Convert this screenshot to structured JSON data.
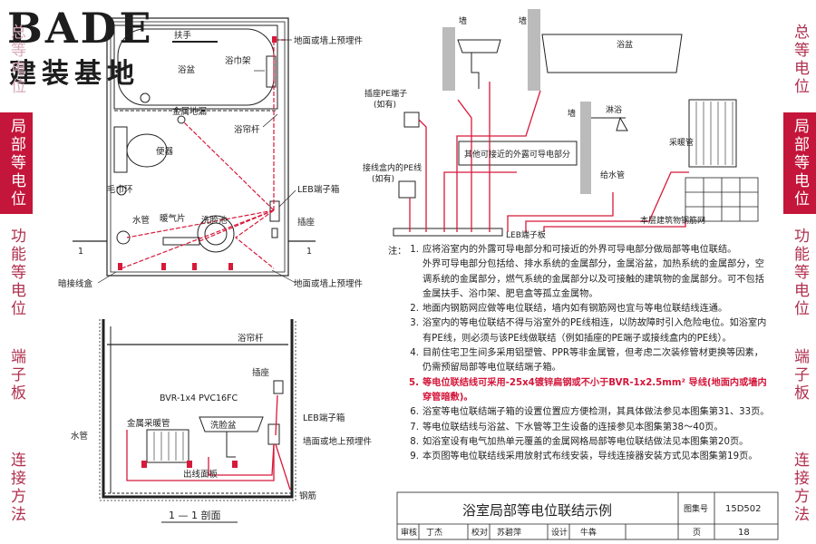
{
  "logo": {
    "brand": "BADE",
    "sub": "建装基地"
  },
  "left_tabs": [
    {
      "label": "总等电位",
      "state": "top"
    },
    {
      "label": "局部等电位",
      "state": "active"
    },
    {
      "label": "功能等电位",
      "state": "normal"
    },
    {
      "label": "端子板",
      "state": "normal"
    },
    {
      "label": "连接方法",
      "state": "normal"
    }
  ],
  "right_tabs": [
    {
      "label": "总等电位",
      "state": "normal"
    },
    {
      "label": "局部等电位",
      "state": "active"
    },
    {
      "label": "功能等电位",
      "state": "normal"
    },
    {
      "label": "端子板",
      "state": "normal"
    },
    {
      "label": "连接方法",
      "state": "normal"
    }
  ],
  "plan": {
    "labels": {
      "handrail": "扶手",
      "bathtub": "浴盆",
      "towel_rack": "浴巾架",
      "preburied_top": "地面或墙上预埋件",
      "metal_drain": "金属地漏",
      "curtain_rod": "浴帘杆",
      "toilet": "便器",
      "towel_ring": "毛巾环",
      "leb_box": "LEB端子箱",
      "faucet": "水管",
      "heating": "暖气片",
      "washbasin": "洗脸池",
      "socket": "插座",
      "section_mark": "1",
      "junction_box": "暗接线盒",
      "preburied_bottom": "地面或墙上预埋件"
    }
  },
  "schematic": {
    "labels": {
      "wall_left": "墙",
      "wall_right": "墙",
      "bathtub": "浴盆",
      "socket_pe": "插座PE端子",
      "socket_pe_sub": "(如有)",
      "other_parts": "其他可接近的外露可导电部分",
      "box_pe": "接线盒内的PE线",
      "box_pe_sub": "(如有)",
      "wall3": "墙",
      "shower": "淋浴",
      "heating_pipe": "采暖管",
      "water_pipe": "给水管",
      "leb_board": "LEB端子板",
      "rebar_mesh": "本层建筑物钢筋网"
    }
  },
  "section": {
    "labels": {
      "curtain_rod": "浴帘杆",
      "socket": "插座",
      "cable": "BVR-1x4 PVC16FC",
      "leb_box": "LEB端子箱",
      "metal_heating": "金属采暖管",
      "water_pipe": "水管",
      "washbasin": "洗脸盆",
      "preburied": "墙面或地上预埋件",
      "outlet_panel": "出线面板",
      "rebar": "钢筋",
      "title": "1 — 1 剖面"
    }
  },
  "notes": {
    "heading": "注：",
    "items": [
      {
        "num": "1.",
        "text": "应将浴室内的外露可导电部分和可接近的外界可导电部分做局部等电位联结。",
        "hl": false
      },
      {
        "num": "",
        "text": "外界可导电部分包括给、排水系统的金属部分，金属浴盆，加热系统的金属部分，空",
        "hl": false
      },
      {
        "num": "",
        "text": "调系统的金属部分，燃气系统的金属部分以及可接触的建筑物的金属部分。可不包括",
        "hl": false
      },
      {
        "num": "",
        "text": "金属扶手、浴巾架、肥皂盒等孤立金属物。",
        "hl": false
      },
      {
        "num": "2.",
        "text": "地面内钢筋网应做等电位联结，墙内如有钢筋网也宜与等电位联结线连通。",
        "hl": false
      },
      {
        "num": "3.",
        "text": "浴室内的等电位联结不得与浴室外的PE线相连，以防故障时引入危险电位。如浴室内",
        "hl": false
      },
      {
        "num": "",
        "text": "有PE线，则必须与该PE线做联结（例如插座的PE端子或接线盒内的PE线）。",
        "hl": false
      },
      {
        "num": "4.",
        "text": "目前住宅卫生间多采用铝塑管、PPR等非金属管，但考虑二次装修管材更换等因素，",
        "hl": false
      },
      {
        "num": "",
        "text": "仍需预留局部等电位联结端子箱。",
        "hl": false
      },
      {
        "num": "5.",
        "text": "等电位联结线可采用-25x4镀锌扁钢或不小于BVR-1x2.5mm² 导线(地面内或墙内",
        "hl": true
      },
      {
        "num": "",
        "text": "穿管暗敷)。",
        "hl": true
      },
      {
        "num": "6.",
        "text": "浴室等电位联结端子箱的设置位置应方便检测，其具体做法参见本图集第31、33页。",
        "hl": false
      },
      {
        "num": "7.",
        "text": "等电位联结线与浴盆、下水管等卫生设备的连接参见本图集第38～40页。",
        "hl": false
      },
      {
        "num": "8.",
        "text": "如浴室设有电气加热单元覆盖的金属网格局部等电位联结做法见本图集第20页。",
        "hl": false
      },
      {
        "num": "9.",
        "text": "本页图等电位联结线采用放射式布线安装，导线连接器安装方式见本图集第19页。",
        "hl": false
      }
    ]
  },
  "title_block": {
    "title": "浴室局部等电位联结示例",
    "atlas_label": "图集号",
    "atlas_no": "15D502",
    "review_label": "审核",
    "review_name": "丁杰",
    "check_label": "校对",
    "check_name": "苏碧萍",
    "design_label": "设计",
    "design_name": "牛犇",
    "page_label": "页",
    "page_no": "18"
  },
  "colors": {
    "accent": "#c4163a",
    "line_red": "#d7193a",
    "ink": "#222222"
  }
}
